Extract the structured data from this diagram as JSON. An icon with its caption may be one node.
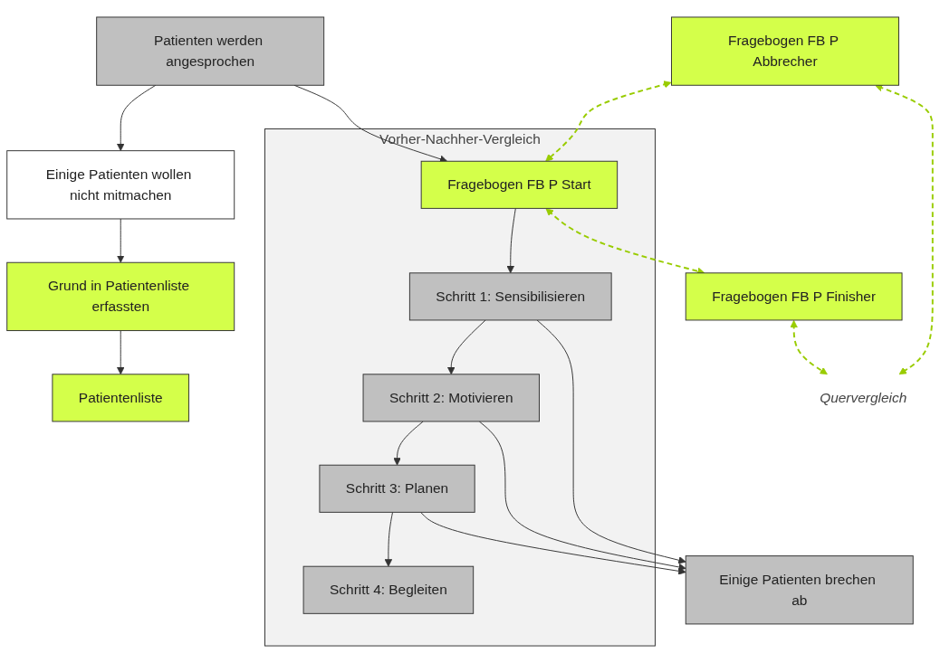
{
  "diagram": {
    "nodes": [
      {
        "text": [
          "Patientenliste"
        ]
      },
      {
        "text": [
          "Grund in Patientenliste erfassten"
        ]
      },
      {
        "text": [
          "Einige Patienten wollen nicht mitmachen"
        ]
      },
      {
        "text": [
          "Patienten werden angesprochen"
        ]
      },
      {
        "text": [
          "Vorher-Nachher-Vergleich"
        ]
      },
      {
        "text": [
          "Fragebogen FB P Start"
        ],
        "in": 4
      },
      {
        "text": [
          "Schritt 1: Sensibilisieren"
        ],
        "in": 4
      },
      {
        "text": [
          "Schritt 2: Motivieren"
        ],
        "in": 4
      },
      {
        "text": [
          "Schritt 3: Planen"
        ],
        "in": 4
      },
      {
        "text": [
          "Schritt 4: Begleiten"
        ],
        "in": 4
      },
      {
        "text": [
          "Einige Patienten brechen ab"
        ]
      },
      {
        "text": [
          "Fragebogen FB P Abbrecher"
        ]
      },
      {
        "text": [
          "Fragebogen FB P Finisher"
        ]
      },
      {
        "text": [
          "Quervergleich"
        ]
      }
    ],
    "edges": [
      {
        "from": 3,
        "to": 2,
        "arrow": "to"
      },
      {
        "from": 2,
        "to": 1,
        "arrow": "to"
      },
      {
        "from": 1,
        "to": 0,
        "arrow": "to"
      },
      {
        "from": 3,
        "to": 5,
        "arrow": "to"
      },
      {
        "from": 5,
        "to": 6,
        "arrow": "to"
      },
      {
        "from": 6,
        "to": 7,
        "arrow": "to"
      },
      {
        "from": 7,
        "to": 8,
        "arrow": "to"
      },
      {
        "from": 8,
        "to": 9,
        "arrow": "to"
      },
      {
        "from": 6,
        "to": 10,
        "arrow": "to"
      },
      {
        "from": 7,
        "to": 10,
        "arrow": "to"
      },
      {
        "from": 8,
        "to": 10,
        "arrow": "to"
      },
      {
        "from": 11,
        "to": 5,
        "arrow": "both",
        "style": "dashed",
        "color": "#99cc00"
      },
      {
        "from": 5,
        "to": 12,
        "arrow": "both",
        "style": "dashed",
        "color": "#99cc00"
      },
      {
        "from": 11,
        "to": 13,
        "arrow": "both",
        "style": "dashed",
        "color": "#99cc00"
      },
      {
        "from": 12,
        "to": 13,
        "arrow": "both",
        "style": "dashed",
        "color": "#99cc00"
      }
    ]
  }
}
